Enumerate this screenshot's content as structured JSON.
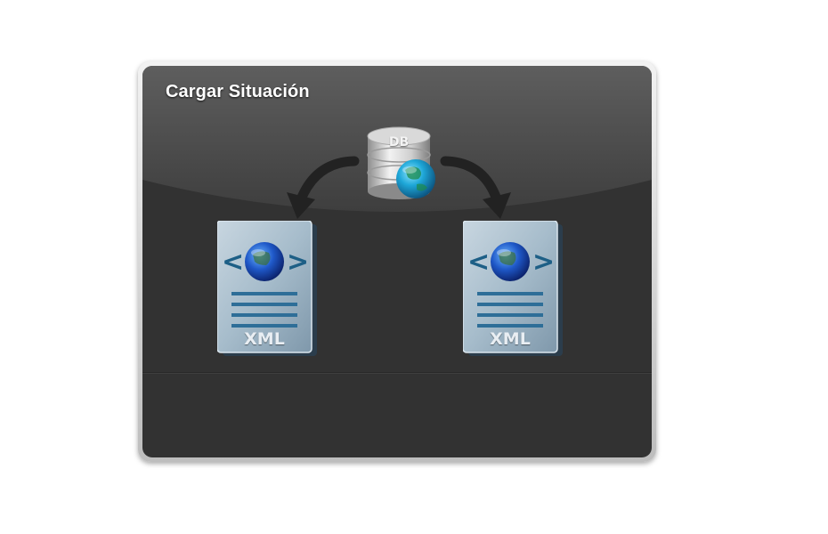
{
  "panel": {
    "title": "Cargar Situación"
  },
  "database": {
    "label": "DB",
    "icon": "database-globe-icon"
  },
  "files": [
    {
      "label": "XML",
      "icon": "xml-file-icon"
    },
    {
      "label": "XML",
      "icon": "xml-file-icon"
    }
  ],
  "colors": {
    "panel_background": "#323232",
    "panel_gloss": "#5a5a5a",
    "frame": "#d0d0d0",
    "globe_blue": "#1f6fd6",
    "globe_cyan": "#29b6e6",
    "xml_file": "#9fb7c9",
    "xml_accent": "#1d5f86"
  }
}
